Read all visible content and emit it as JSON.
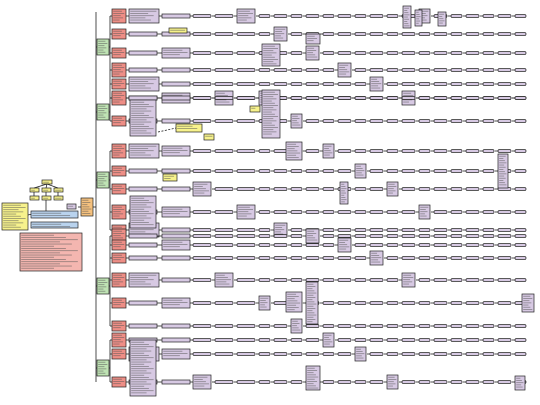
{
  "diagram": {
    "colors": {
      "yellow": "#f7f28c",
      "blue": "#b9d3ee",
      "pink": "#f4b6b0",
      "orange": "#f5c17e",
      "green": "#bfe3b4",
      "red": "#ee8e86",
      "lavender": "#d7c9e3",
      "line": "#222222"
    },
    "legend_blocks": [
      {
        "id": "l1",
        "color": "yellow"
      },
      {
        "id": "l2",
        "color": "blue"
      },
      {
        "id": "l3",
        "color": "pink"
      }
    ],
    "hub": {
      "color": "orange"
    },
    "groups": [
      {
        "id": "g1",
        "color": "green",
        "rows": 6
      },
      {
        "id": "g2",
        "color": "green",
        "rows": 2
      },
      {
        "id": "g3",
        "color": "green",
        "rows": 5
      },
      {
        "id": "g4",
        "color": "green",
        "rows": 6
      },
      {
        "id": "g5",
        "color": "green",
        "rows": 5
      }
    ],
    "node_colors": {
      "category": "red",
      "detail": "lavender",
      "note": "yellow"
    }
  }
}
